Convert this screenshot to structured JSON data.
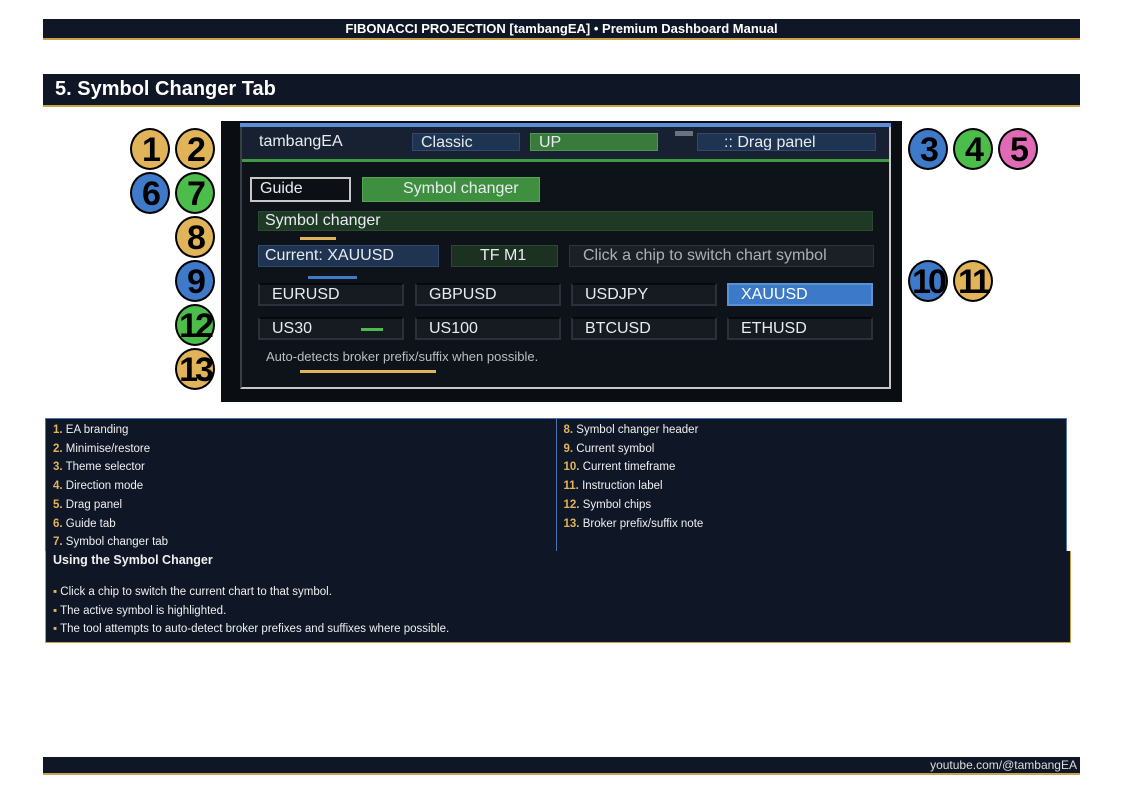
{
  "header": {
    "title": "FIBONACCI PROJECTION [tambangEA] • Premium Dashboard Manual"
  },
  "section": {
    "title": "5. Symbol Changer Tab"
  },
  "panel": {
    "brand": "tambangEA",
    "theme": "Classic",
    "direction": "UP",
    "drag": ":: Drag panel",
    "tabs": {
      "guide": "Guide",
      "symbol": "Symbol changer"
    },
    "section_header": "Symbol changer",
    "current": "Current: XAUUSD",
    "timeframe": "TF M1",
    "instruction": "Click a chip to switch chart symbol",
    "chips": [
      "EURUSD",
      "GBPUSD",
      "USDJPY",
      "XAUUSD",
      "US30",
      "US100",
      "BTCUSD",
      "ETHUSD"
    ],
    "active_chip": "XAUUSD",
    "note": "Auto-detects broker prefix/suffix when possible."
  },
  "badges": [
    "1",
    "2",
    "3",
    "4",
    "5",
    "6",
    "7",
    "8",
    "9",
    "10",
    "11",
    "12",
    "13"
  ],
  "legend": {
    "left": [
      {
        "n": "1.",
        "t": "EA branding"
      },
      {
        "n": "2.",
        "t": "Minimise/restore"
      },
      {
        "n": "3.",
        "t": "Theme selector"
      },
      {
        "n": "4.",
        "t": "Direction mode"
      },
      {
        "n": "5.",
        "t": "Drag panel"
      },
      {
        "n": "6.",
        "t": "Guide tab"
      },
      {
        "n": "7.",
        "t": "Symbol changer tab"
      }
    ],
    "right": [
      {
        "n": "8.",
        "t": "Symbol changer header"
      },
      {
        "n": "9.",
        "t": "Current symbol"
      },
      {
        "n": "10.",
        "t": "Current timeframe"
      },
      {
        "n": "11.",
        "t": "Instruction label"
      },
      {
        "n": "12.",
        "t": "Symbol chips"
      },
      {
        "n": "13.",
        "t": "Broker prefix/suffix note"
      }
    ]
  },
  "notes": {
    "title": "Using the Symbol Changer",
    "bullet": "▪",
    "items": [
      "Click a chip to switch the current chart to that symbol.",
      "The active symbol is highlighted.",
      "The tool attempts to auto-detect broker prefixes and suffixes where possible."
    ]
  },
  "footer": {
    "text": "youtube.com/@tambangEA"
  }
}
